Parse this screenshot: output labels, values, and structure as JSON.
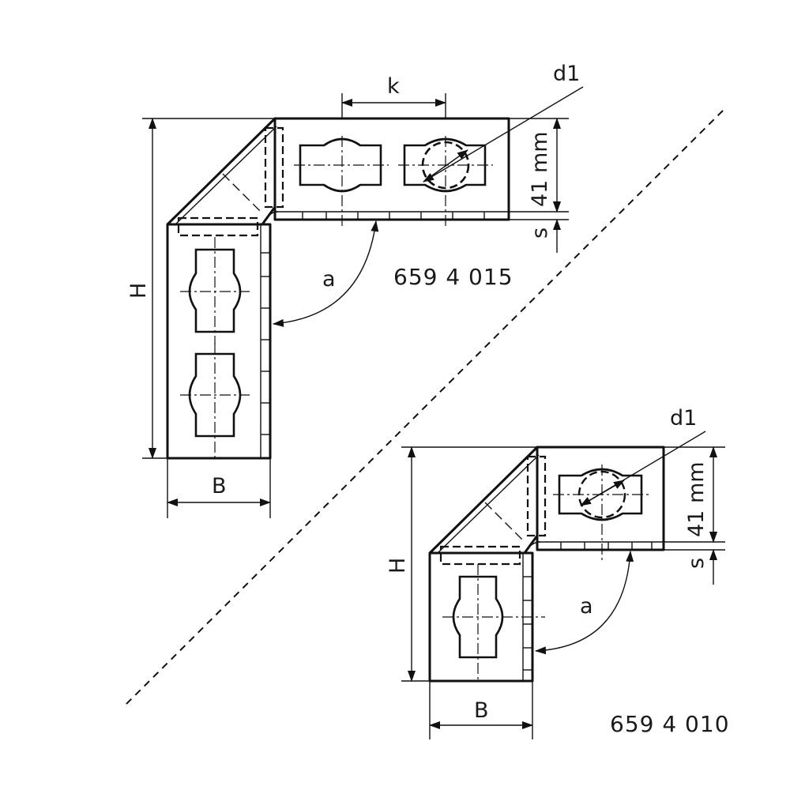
{
  "top_part": {
    "code": "659 4 015",
    "labels": {
      "k": "k",
      "d1": "d1",
      "height_mm": "41 mm",
      "s": "s",
      "a": "a",
      "H": "H",
      "B": "B"
    }
  },
  "bottom_part": {
    "code": "659 4 010",
    "labels": {
      "d1": "d1",
      "height_mm": "41 mm",
      "s": "s",
      "a": "a",
      "H": "H",
      "B": "B"
    }
  }
}
